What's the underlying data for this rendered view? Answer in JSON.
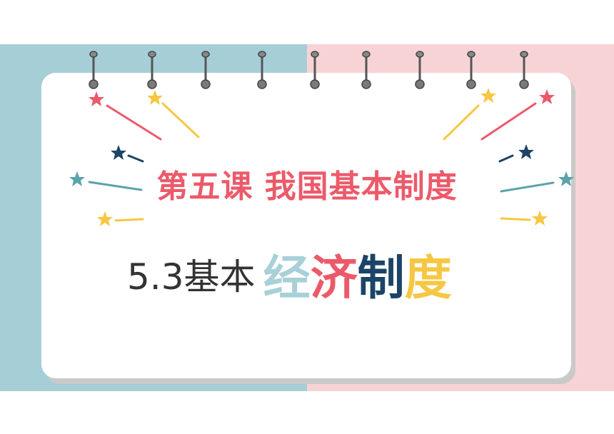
{
  "slide": {
    "title": "第五课 我国基本制度",
    "subtitle_prefix": "5.3基本",
    "subtitle_chars": [
      "经",
      "济",
      "制",
      "度"
    ]
  },
  "colors": {
    "band_left": "#a6ced6",
    "band_right": "#f8d3d6",
    "title": "#ec5a6a",
    "char_1": "#a8d0d8",
    "char_2": "#ec5a6a",
    "char_3": "#1c4466",
    "char_4": "#f6c743"
  }
}
